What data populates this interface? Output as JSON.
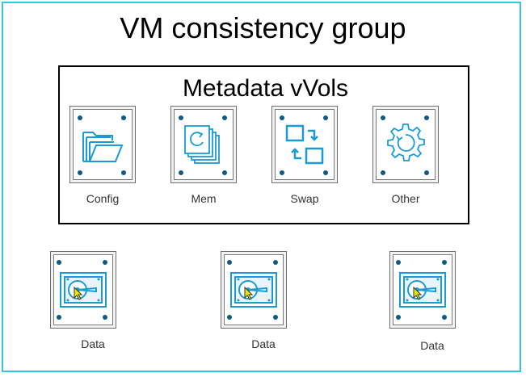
{
  "diagram": {
    "title": "VM consistency group",
    "metadata_group": {
      "title": "Metadata  vVols",
      "items": [
        {
          "label": "Config",
          "icon": "folder-icon"
        },
        {
          "label": "Mem",
          "icon": "memory-stack-icon"
        },
        {
          "label": "Swap",
          "icon": "swap-icon"
        },
        {
          "label": "Other",
          "icon": "gear-icon"
        }
      ]
    },
    "data_items": [
      {
        "label": "Data",
        "icon": "hard-disk-icon"
      },
      {
        "label": "Data",
        "icon": "hard-disk-icon"
      },
      {
        "label": "Data",
        "icon": "hard-disk-icon"
      }
    ],
    "colors": {
      "frame": "#33c6e0",
      "icon": "#1b9bd4",
      "dot": "#0e5a80",
      "cursor": "#e8e800"
    }
  }
}
